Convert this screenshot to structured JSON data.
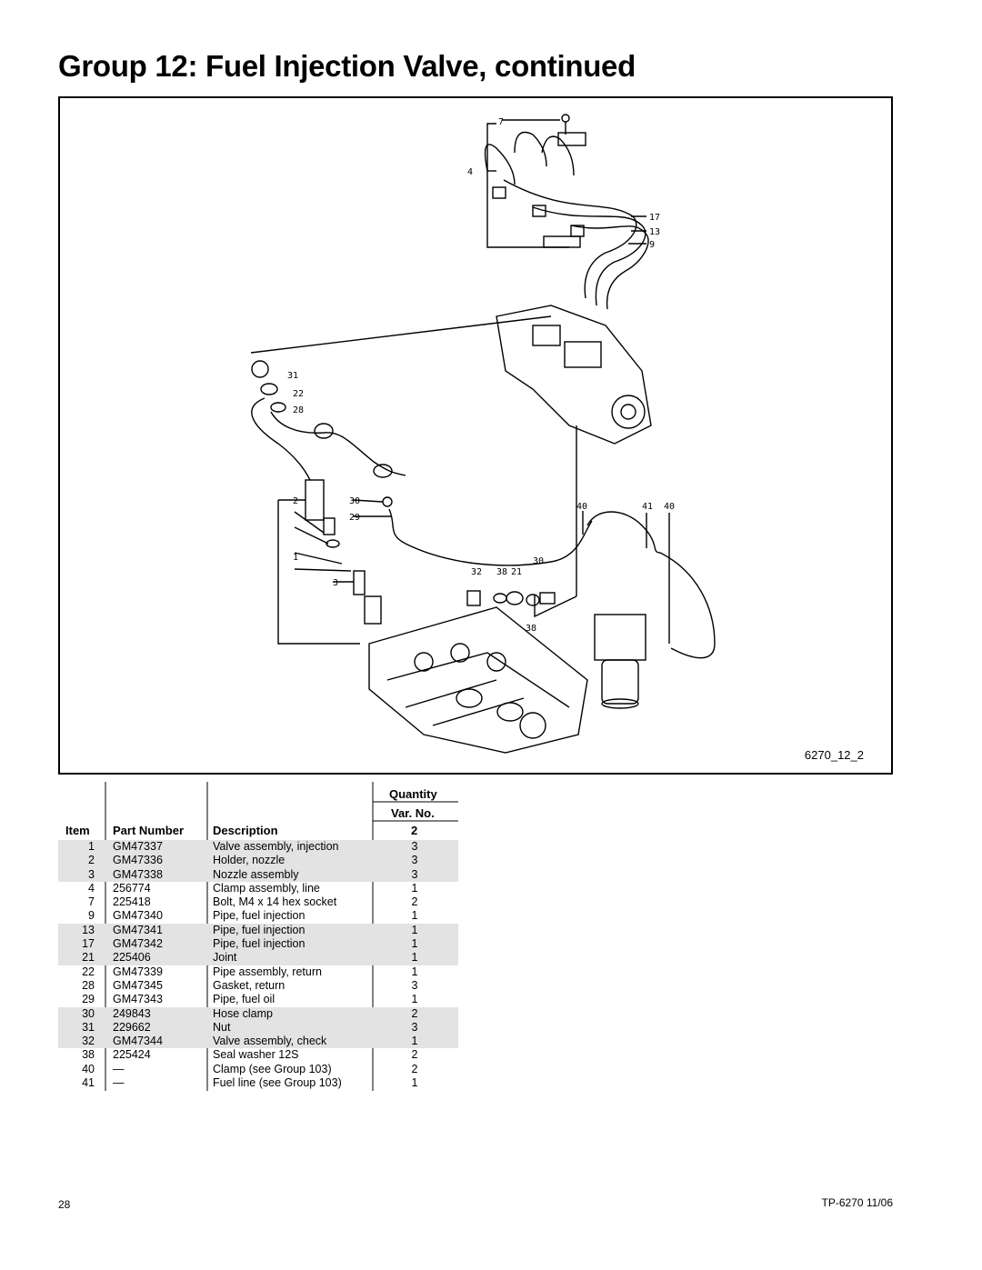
{
  "page": {
    "title": "Group 12:  Fuel Injection Valve, continued",
    "page_number": "28",
    "doc_ref": "TP-6270   11/06"
  },
  "figure": {
    "id": "6270_12_2",
    "callouts": [
      "7",
      "4",
      "17",
      "13",
      "9",
      "31",
      "22",
      "28",
      "2",
      "30",
      "29",
      "1",
      "3",
      "40",
      "41",
      "40",
      "32",
      "38",
      "21",
      "30",
      "38"
    ]
  },
  "table": {
    "headers": {
      "quantity": "Quantity",
      "var_no": "Var. No.",
      "item": "Item",
      "part_number": "Part Number",
      "description": "Description",
      "var_value": "2"
    },
    "rows": [
      {
        "item": "1",
        "part": "GM47337",
        "desc": "Valve assembly, injection",
        "qty": "3"
      },
      {
        "item": "2",
        "part": "GM47336",
        "desc": "Holder, nozzle",
        "qty": "3"
      },
      {
        "item": "3",
        "part": "GM47338",
        "desc": "Nozzle assembly",
        "qty": "3"
      },
      {
        "item": "4",
        "part": "256774",
        "desc": "Clamp assembly, line",
        "qty": "1"
      },
      {
        "item": "7",
        "part": "225418",
        "desc": "Bolt, M4 x 14 hex socket",
        "qty": "2"
      },
      {
        "item": "9",
        "part": "GM47340",
        "desc": "Pipe, fuel injection",
        "qty": "1"
      },
      {
        "item": "13",
        "part": "GM47341",
        "desc": "Pipe, fuel injection",
        "qty": "1"
      },
      {
        "item": "17",
        "part": "GM47342",
        "desc": "Pipe, fuel injection",
        "qty": "1"
      },
      {
        "item": "21",
        "part": "225406",
        "desc": "Joint",
        "qty": "1"
      },
      {
        "item": "22",
        "part": "GM47339",
        "desc": "Pipe assembly, return",
        "qty": "1"
      },
      {
        "item": "28",
        "part": "GM47345",
        "desc": "Gasket, return",
        "qty": "3"
      },
      {
        "item": "29",
        "part": "GM47343",
        "desc": "Pipe, fuel oil",
        "qty": "1"
      },
      {
        "item": "30",
        "part": "249843",
        "desc": "Hose clamp",
        "qty": "2"
      },
      {
        "item": "31",
        "part": "229662",
        "desc": "Nut",
        "qty": "3"
      },
      {
        "item": "32",
        "part": "GM47344",
        "desc": "Valve assembly, check",
        "qty": "1"
      },
      {
        "item": "38",
        "part": "225424",
        "desc": "Seal washer 12S",
        "qty": "2"
      },
      {
        "item": "40",
        "part": "—",
        "desc": "Clamp (see Group 103)",
        "qty": "2"
      },
      {
        "item": "41",
        "part": "—",
        "desc": "Fuel line (see Group 103)",
        "qty": "1"
      }
    ]
  }
}
